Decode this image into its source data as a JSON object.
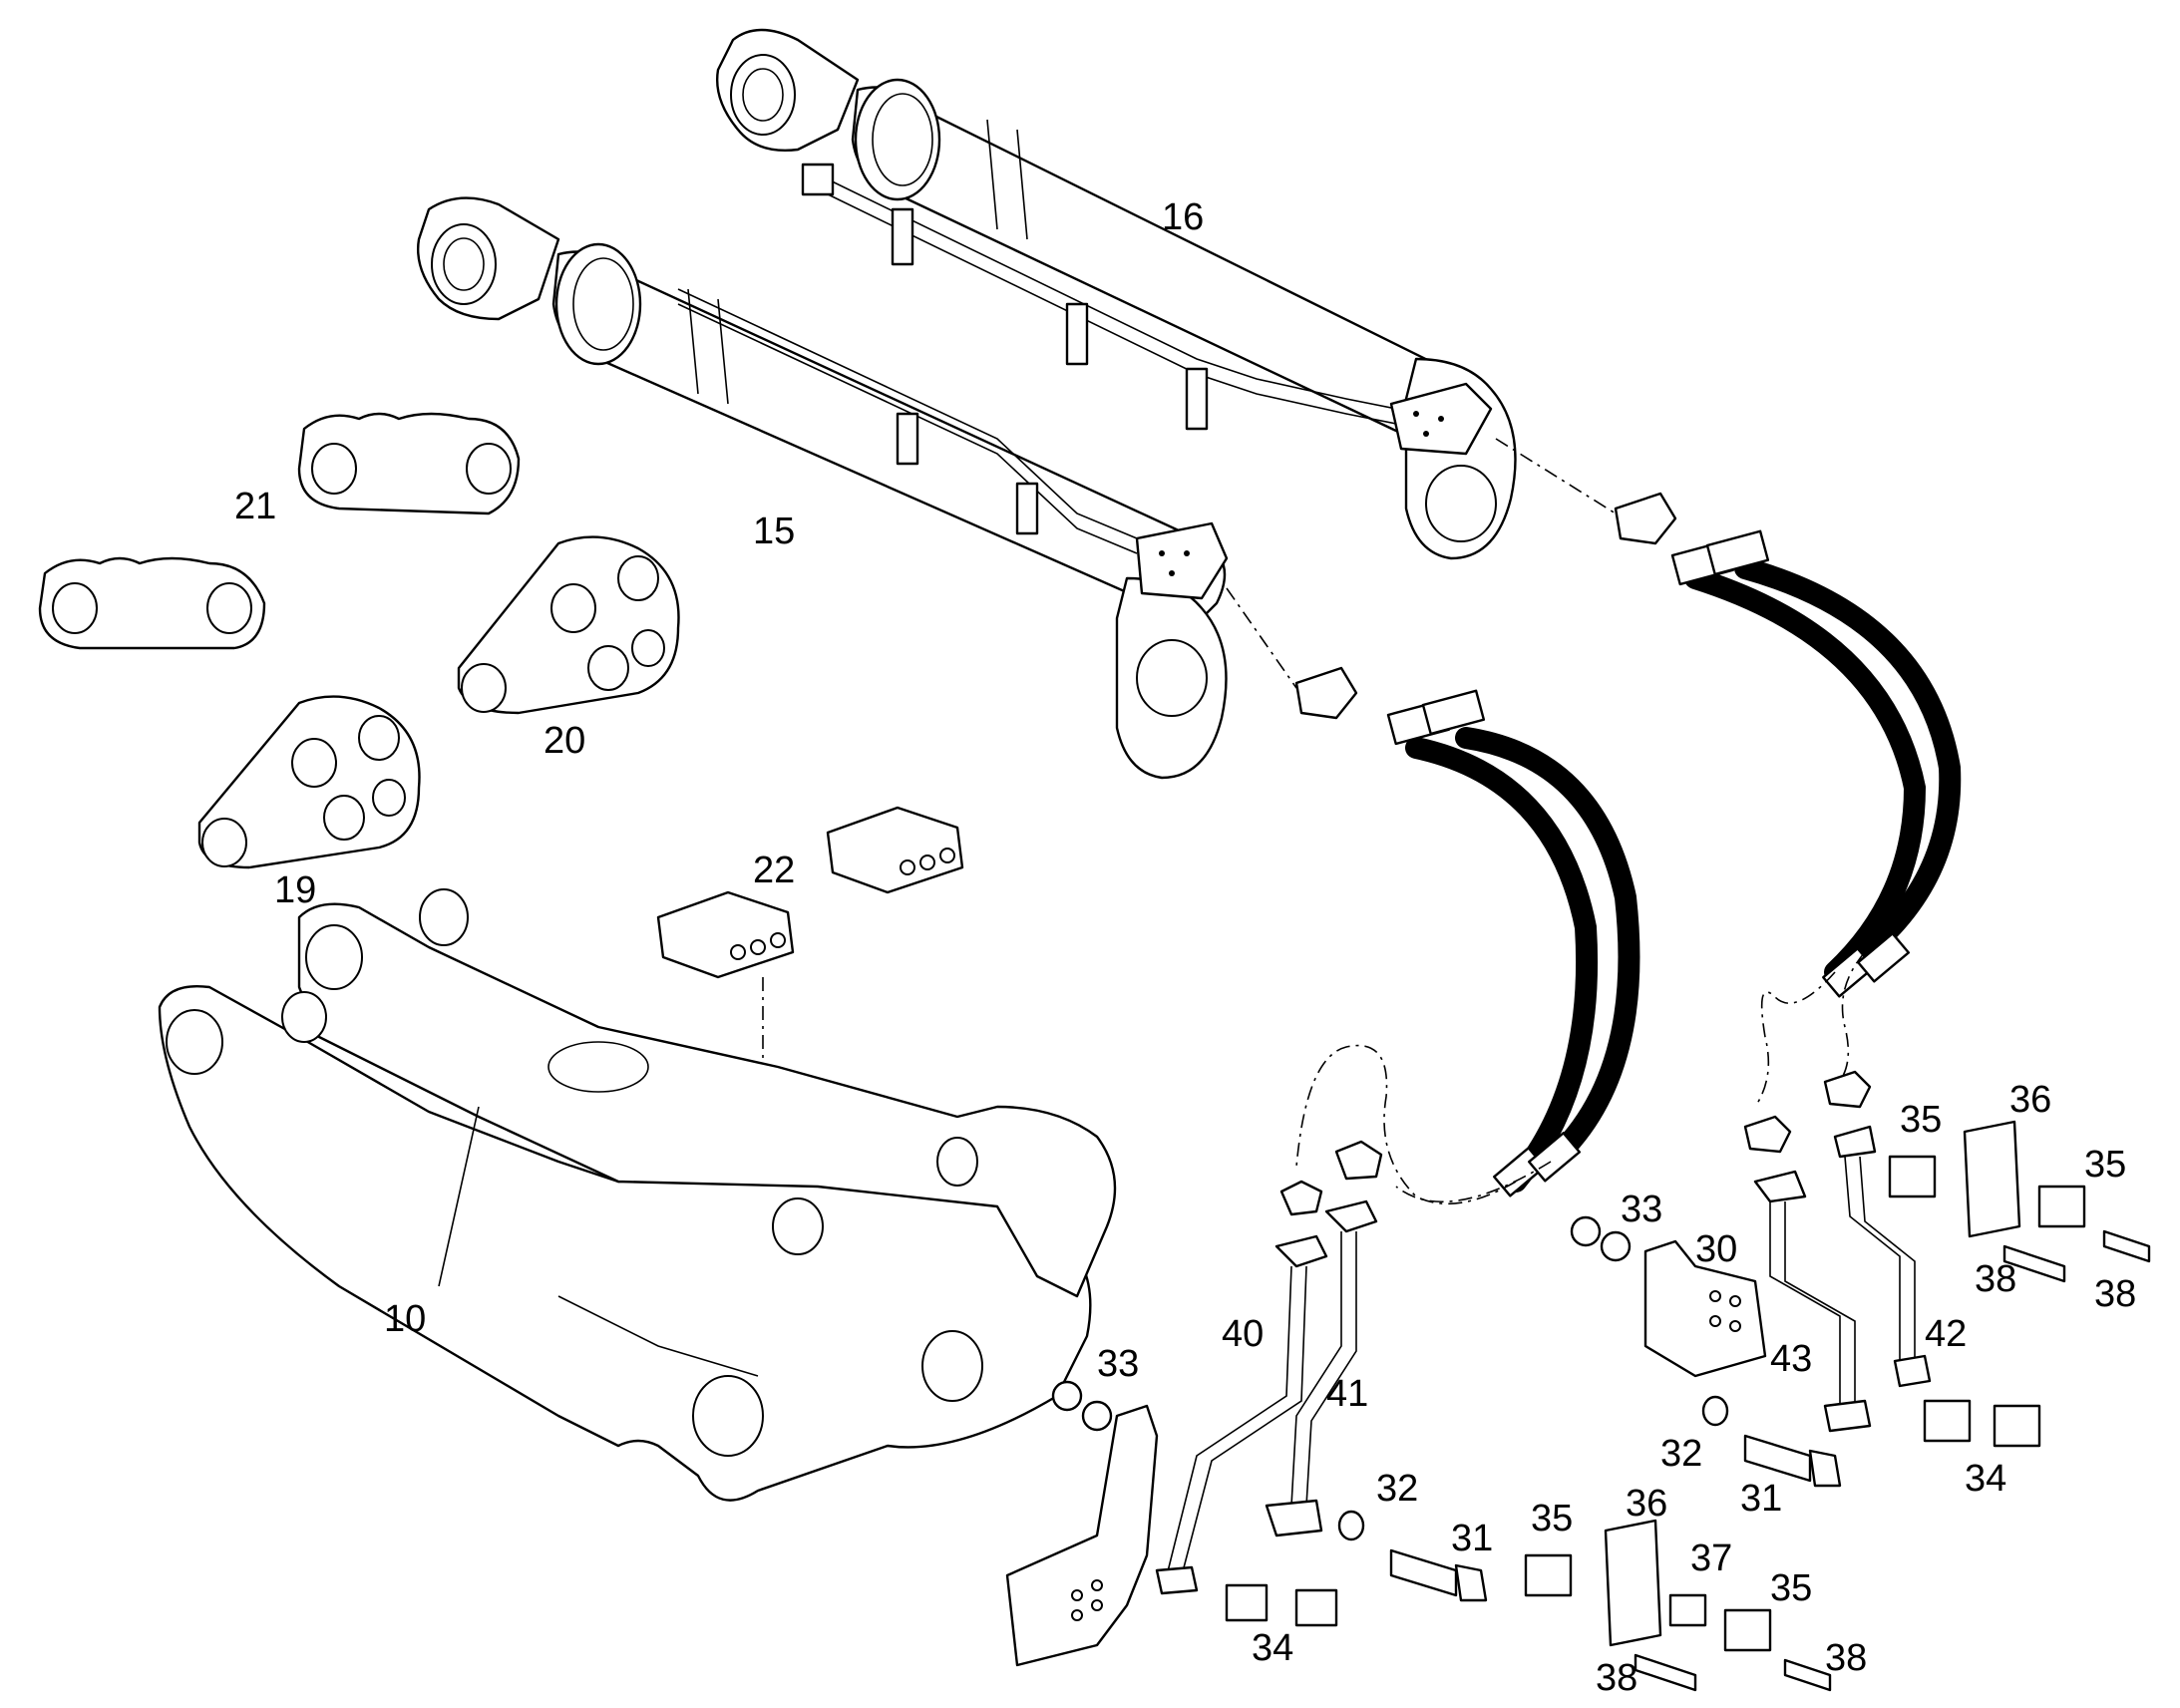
{
  "callouts": [
    {
      "key": "10",
      "text": "10"
    },
    {
      "key": "15",
      "text": "15"
    },
    {
      "key": "16",
      "text": "16"
    },
    {
      "key": "19",
      "text": "19"
    },
    {
      "key": "20",
      "text": "20"
    },
    {
      "key": "21",
      "text": "21"
    },
    {
      "key": "22",
      "text": "22"
    },
    {
      "key": "30",
      "text": "30"
    },
    {
      "key": "31a",
      "text": "31"
    },
    {
      "key": "31b",
      "text": "31"
    },
    {
      "key": "32a",
      "text": "32"
    },
    {
      "key": "32b",
      "text": "32"
    },
    {
      "key": "33a",
      "text": "33"
    },
    {
      "key": "33b",
      "text": "33"
    },
    {
      "key": "34a",
      "text": "34"
    },
    {
      "key": "34b",
      "text": "34"
    },
    {
      "key": "35a",
      "text": "35"
    },
    {
      "key": "35b",
      "text": "35"
    },
    {
      "key": "35c",
      "text": "35"
    },
    {
      "key": "35d",
      "text": "35"
    },
    {
      "key": "36a",
      "text": "36"
    },
    {
      "key": "36b",
      "text": "36"
    },
    {
      "key": "37",
      "text": "37"
    },
    {
      "key": "38a",
      "text": "38"
    },
    {
      "key": "38b",
      "text": "38"
    },
    {
      "key": "38c",
      "text": "38"
    },
    {
      "key": "38d",
      "text": "38"
    },
    {
      "key": "40",
      "text": "40"
    },
    {
      "key": "41",
      "text": "41"
    },
    {
      "key": "42",
      "text": "42"
    },
    {
      "key": "43",
      "text": "43"
    }
  ]
}
